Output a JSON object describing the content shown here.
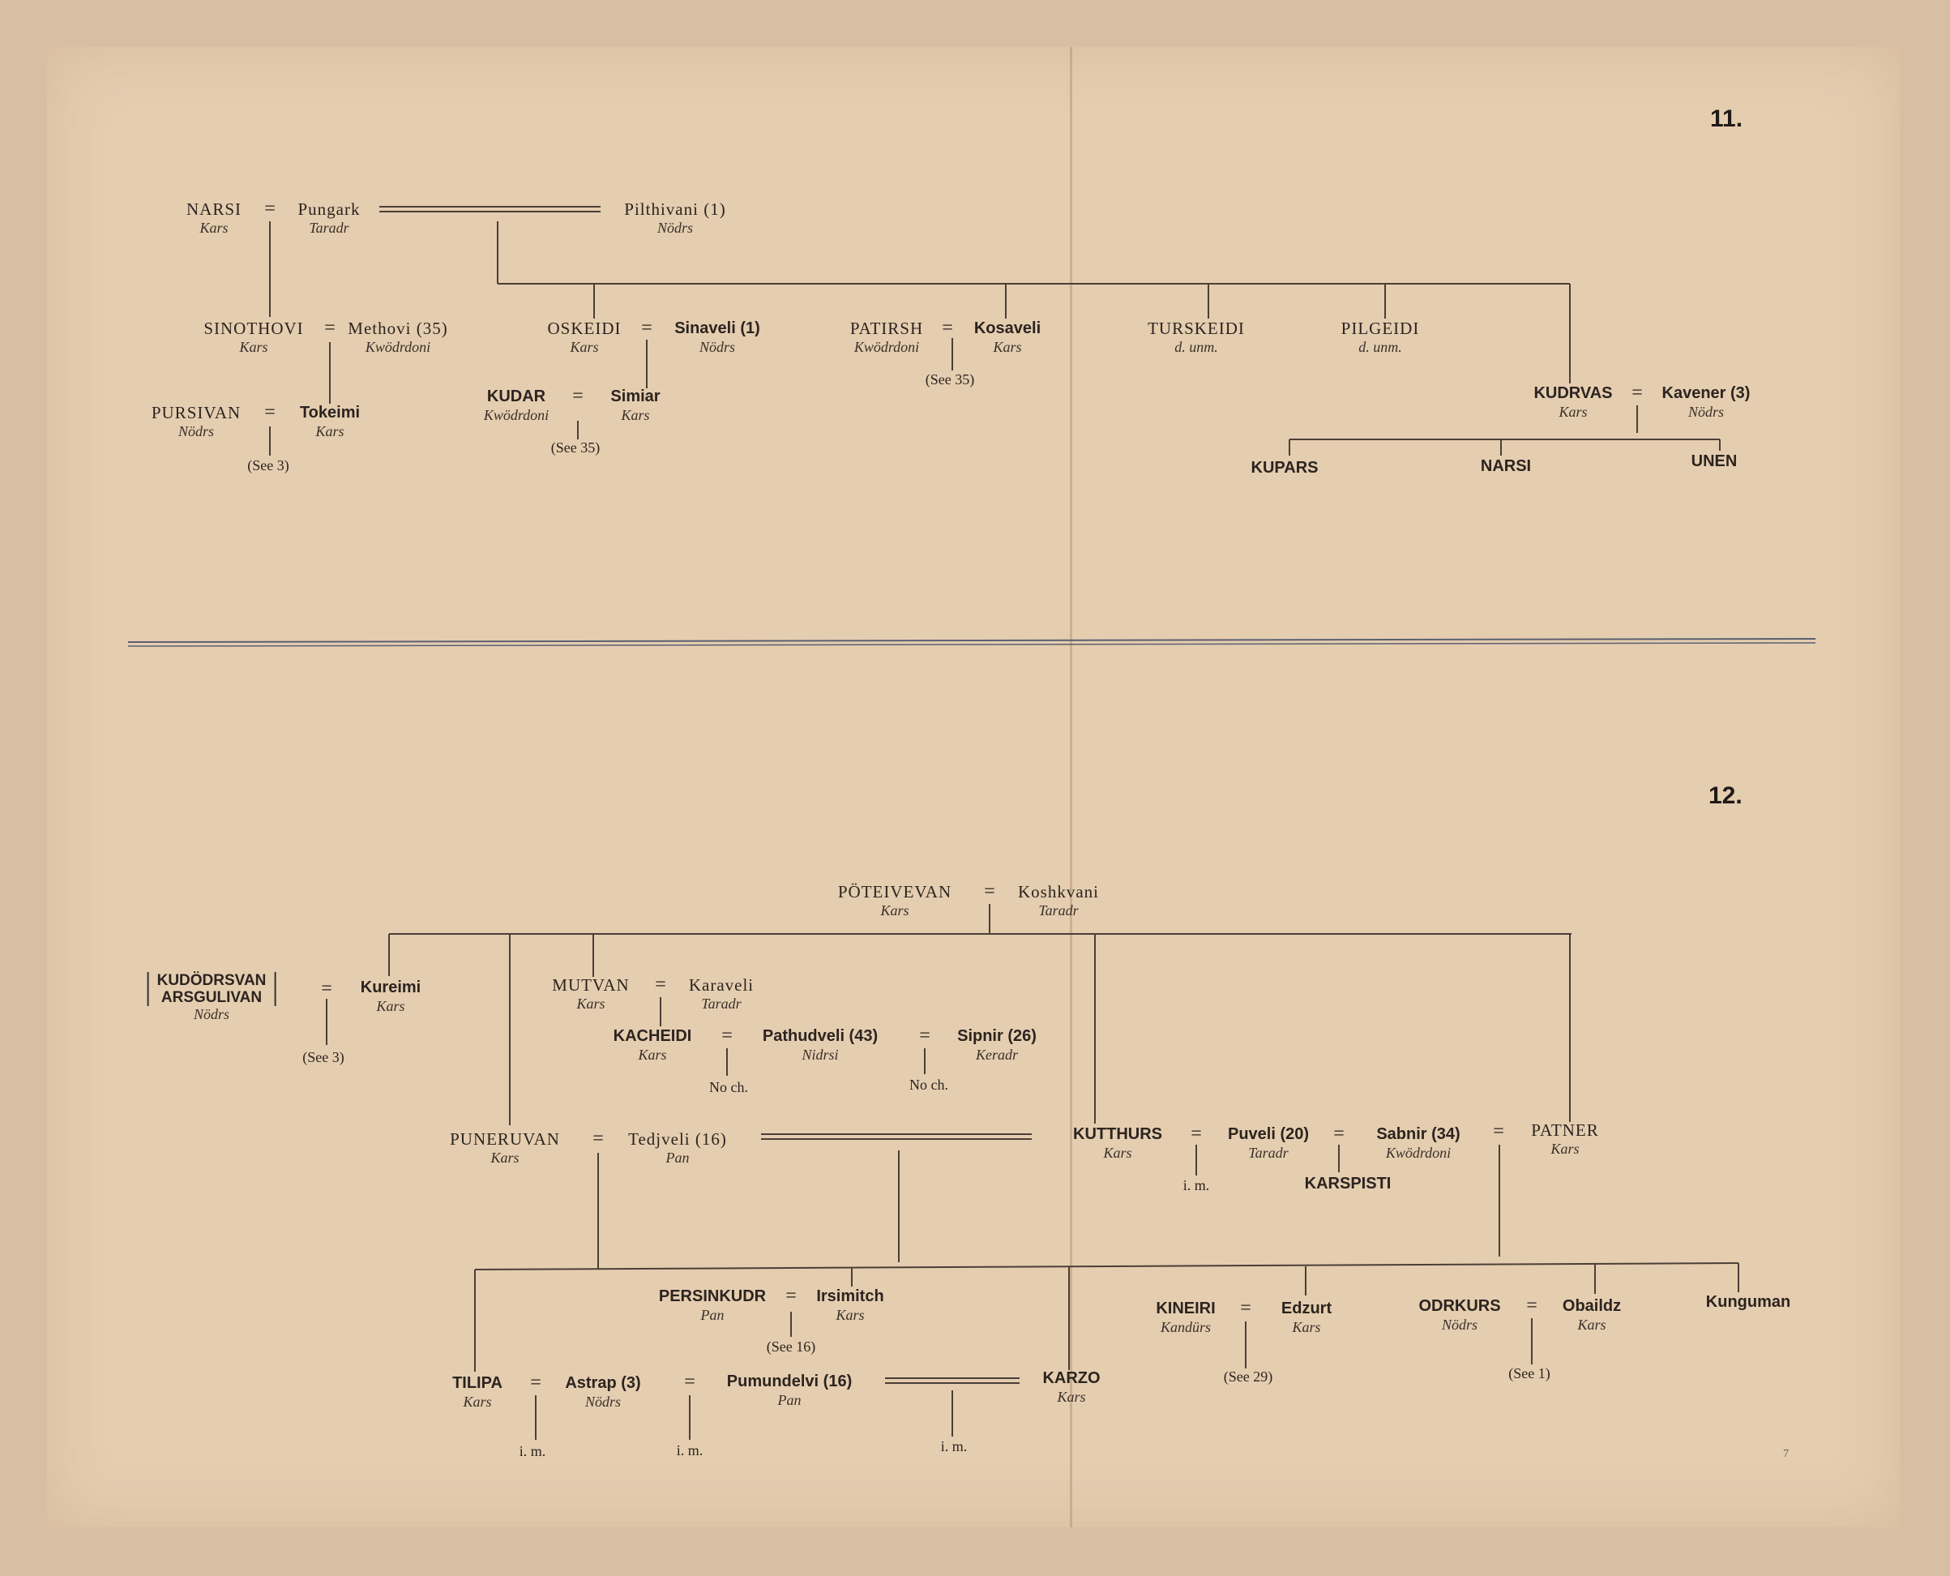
{
  "marriage_sign": "=",
  "page_number": "7",
  "t11": {
    "label": "11.",
    "narsi": {
      "name": "NARSI",
      "tribe": "Kars"
    },
    "pungark": {
      "name": "Pungark",
      "tribe": "Taradr"
    },
    "pilthivani": {
      "name": "Pilthivani (1)",
      "tribe": "Nödrs"
    },
    "sinothovi": {
      "name": "SINOTHOVI",
      "tribe": "Kars"
    },
    "methovi": {
      "name": "Methovi (35)",
      "tribe": "Kwödrdoni"
    },
    "pursivan": {
      "name": "PURSIVAN",
      "tribe": "Nödrs"
    },
    "tokeimi": {
      "name": "Tokeimi",
      "tribe": "Kars"
    },
    "see3": {
      "name": "(See 3)"
    },
    "oskeidi": {
      "name": "OSKEIDI",
      "tribe": "Kars"
    },
    "sinaveli": {
      "name": "Sinaveli (1)",
      "tribe": "Nödrs"
    },
    "kudar": {
      "name": "KUDAR",
      "tribe": "Kwödrdoni"
    },
    "simiar": {
      "name": "Simiar",
      "tribe": "Kars"
    },
    "see35a": {
      "name": "(See 35)"
    },
    "patirsh": {
      "name": "PATIRSH",
      "tribe": "Kwödrdoni"
    },
    "kosaveli": {
      "name": "Kosaveli",
      "tribe": "Kars"
    },
    "see35b": {
      "name": "(See 35)"
    },
    "turskeidi": {
      "name": "TURSKEIDI",
      "tribe": "d. unm."
    },
    "pilgeidi": {
      "name": "PILGEIDI",
      "tribe": "d. unm."
    },
    "kudrvas": {
      "name": "KUDRVAS",
      "tribe": "Kars"
    },
    "kavener": {
      "name": "Kavener (3)",
      "tribe": "Nödrs"
    },
    "kupars": {
      "name": "KUPARS"
    },
    "narsi2": {
      "name": "NARSI"
    },
    "unen": {
      "name": "UNEN"
    }
  },
  "t12": {
    "label": "12.",
    "poteivevan": {
      "name": "PÖTEIVEVAN",
      "tribe": "Kars"
    },
    "koshkvani": {
      "name": "Koshkvani",
      "tribe": "Taradr"
    },
    "kudodrsvan": {
      "name": "KUDÖDRSVAN",
      "name2": "ARSGULIVAN",
      "tribe": "Nödrs"
    },
    "kureimi": {
      "name": "Kureimi",
      "tribe": "Kars"
    },
    "see3": {
      "name": "(See 3)"
    },
    "mutvan": {
      "name": "MUTVAN",
      "tribe": "Kars"
    },
    "karaveli": {
      "name": "Karaveli",
      "tribe": "Taradr"
    },
    "kacheidi": {
      "name": "KACHEIDI",
      "tribe": "Kars"
    },
    "pathudveli": {
      "name": "Pathudveli (43)",
      "tribe": "Nidrsi"
    },
    "sipnir": {
      "name": "Sipnir (26)",
      "tribe": "Keradr"
    },
    "noch1": {
      "name": "No ch."
    },
    "noch2": {
      "name": "No ch."
    },
    "puneruvan": {
      "name": "PUNERUVAN",
      "tribe": "Kars"
    },
    "tedjveli": {
      "name": "Tedjveli (16)",
      "tribe": "Pan"
    },
    "kutthurs": {
      "name": "KUTTHURS",
      "tribe": "Kars"
    },
    "puveli": {
      "name": "Puveli (20)",
      "tribe": "Taradr"
    },
    "sabnir": {
      "name": "Sabnir (34)",
      "tribe": "Kwödrdoni"
    },
    "patner": {
      "name": "PATNER",
      "tribe": "Kars"
    },
    "im1": {
      "name": "i. m."
    },
    "karspisti": {
      "name": "KARSPISTI"
    },
    "persinkudr": {
      "name": "PERSINKUDR",
      "tribe": "Pan"
    },
    "irsimitch": {
      "name": "Irsimitch",
      "tribe": "Kars"
    },
    "see16": {
      "name": "(See 16)"
    },
    "kineiri": {
      "name": "KINEIRI",
      "tribe": "Kandürs"
    },
    "edzurt": {
      "name": "Edzurt",
      "tribe": "Kars"
    },
    "see29": {
      "name": "(See 29)"
    },
    "odrkurs": {
      "name": "ODRKURS",
      "tribe": "Nödrs"
    },
    "obaildz": {
      "name": "Obaildz",
      "tribe": "Kars"
    },
    "see1": {
      "name": "(See 1)"
    },
    "kunguman": {
      "name": "Kunguman"
    },
    "tilipa": {
      "name": "TILIPA",
      "tribe": "Kars"
    },
    "astrap": {
      "name": "Astrap (3)",
      "tribe": "Nödrs"
    },
    "pumundelvi": {
      "name": "Pumundelvi (16)",
      "tribe": "Pan"
    },
    "karzo": {
      "name": "KARZO",
      "tribe": "Kars"
    },
    "im2": {
      "name": "i. m."
    },
    "im3": {
      "name": "i. m."
    },
    "im4": {
      "name": "i. m."
    }
  }
}
